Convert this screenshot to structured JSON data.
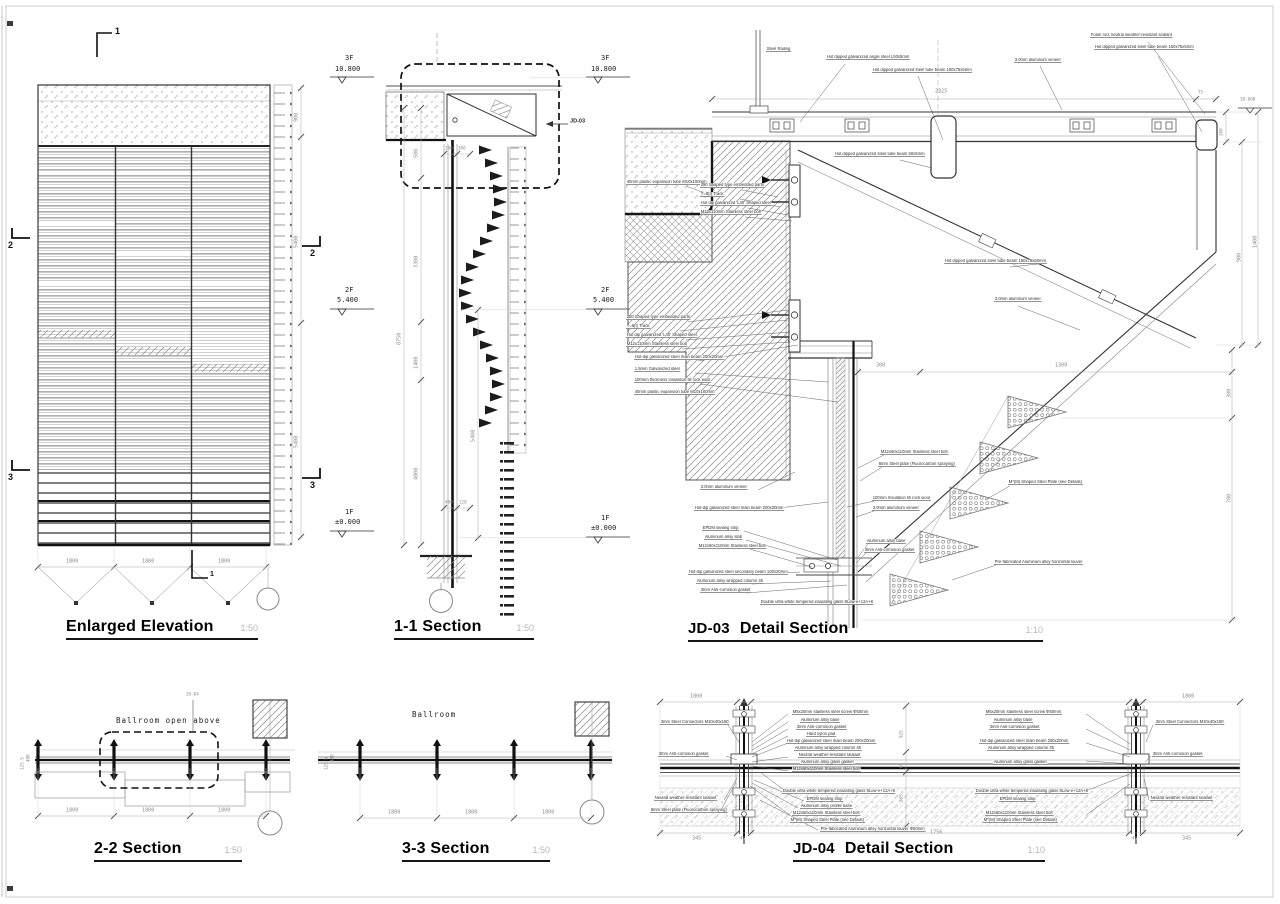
{
  "sheet": {
    "frame": "#cdcdcd",
    "ink": "#2a2a2a",
    "dim_color": "#8a8a8a"
  },
  "levels": {
    "f3": "3F",
    "f3v": "10.800",
    "f2": "2F",
    "f2v": "5.400",
    "f1": "1F",
    "f1v": "±0.000"
  },
  "titles": {
    "elevation": {
      "code": "",
      "name": "Enlarged Elevation",
      "scale": "1:50"
    },
    "s11": {
      "code": "",
      "name": "1-1 Section",
      "scale": "1:50"
    },
    "jd03": {
      "code": "JD-03",
      "name": "Detail Section",
      "scale": "1:10"
    },
    "s22": {
      "code": "",
      "name": "2-2 Section",
      "scale": "1:50"
    },
    "s33": {
      "code": "",
      "name": "3-3 Section",
      "scale": "1:50"
    },
    "jd04": {
      "code": "JD-04",
      "name": "Detail Section",
      "scale": "1:10"
    }
  },
  "elevation": {
    "markers": {
      "top": "1",
      "bottom": "1",
      "m2": "2",
      "m3": "3"
    },
    "dims": {
      "d900": "900",
      "d5400a": "5400",
      "d5400b": "5400",
      "w1": "1800",
      "w2": "1800",
      "w3": "1800"
    }
  },
  "s11": {
    "callout": "JD-03",
    "dims": {
      "total": "8750",
      "d500": "500",
      "d3300": "3300",
      "d1400": "1400",
      "d4000": "4000",
      "d5400": "5400",
      "t200": "200",
      "t300": "300",
      "b400": "400",
      "b120": "120"
    }
  },
  "jd03": {
    "dims": {
      "w2325": "2325",
      "w75": "75",
      "lvl": "10.600",
      "m300": "300",
      "m1300": "1300",
      "r200": "200",
      "r900": "900",
      "r1400": "1400",
      "r300": "300",
      "r700": "700"
    },
    "ann": {
      "railing": "Steel Railing",
      "angle_steel": "Hot dipped galvanized angle steel L50x5mm",
      "tube_beam_top": "Hot dipped galvanized steel tube beam 150x75x5mm",
      "alu_veneer_top": "3.0mm aluminum veneer",
      "foam_rod": "Foam rod, neutral weather-resistant sealant",
      "tube_beam_right": "Hot dipped galvanized steel tube beam 150x75x5mm",
      "tube_beam_60": "Hot dipped galvanized steel tube beam 60x5mm",
      "tube_beam_diag": "Hot dipped galvanized steel tube beam 150x75x60mm",
      "alu_veneer_mid": "3.0mm aluminum veneer",
      "expansion_top": "40mm plastic expansion tube M10x100mm",
      "embed": "250 Shaped type embedded parts",
      "track": "T=8(t) Track",
      "lsteel": "Hot dip galvanized 'L40' Shaped steel",
      "bolt110": "M12x110mm Stainless steel bolt",
      "main_beam": "Hot-dip galvanized steel main beam 200x20mm",
      "galv_sheet": "1.5mm Galvanized steel",
      "rockwool_thick": "100mm thickness insulation fill rock wool",
      "alu_veneer_cw": "3.0mm aluminum veneer",
      "epdm": "EPDM sealing strip",
      "alu_slab": "Aluminum alloy slab",
      "bolt_m12": "M12x60x110mm Stainless steel bolt",
      "sec_beam": "Hot-dip galvanized steel secondary beam 100x20mm",
      "wrapped_col": "Aluminum alloy wrapped column 45",
      "gasket": "3mm Anti-corrosion gasket",
      "steel_plate": "8mm Steel plate (Fluorocarbon spraying)",
      "rockwool": "100mm Insulation fill rock wool",
      "alu_base": "Aluminum alloy base",
      "shaped_plate": "M*(M) Shaped Steel Plate (see Details)",
      "prefab_louver": "Pre-fabricated Aluminum alloy horizontal louver",
      "glass": "Double ultra-white tempered insulating glass 8Low-e+12A+8"
    }
  },
  "s22": {
    "room": "Ballroom open above",
    "callout": "JD-04",
    "dims": {
      "w1": "1800",
      "w2": "1800",
      "w3": "1800",
      "side_a": "480",
      "side_b": "125.5"
    }
  },
  "s33": {
    "room": "Ballroom",
    "dims": {
      "w1": "1800",
      "w2": "1800",
      "w3": "1800",
      "side_a": "480",
      "side_b": "125.5"
    }
  },
  "jd04": {
    "dims": {
      "t1800l": "1800",
      "t1800r": "1800",
      "b345l": "345",
      "b44l": "44",
      "b1756": "1756",
      "b44r": "44",
      "b345r": "345",
      "v925": "925",
      "v65": "65",
      "v385": "385"
    },
    "ann": {
      "screw": "M5x20mm stainless steel screw Φ50mm",
      "alu_base": "Aluminum alloy base",
      "gasket": "3mm Anti-corrosion gasket",
      "nylon": "Hard nylon pad",
      "main_beam": "Hot-dip galvanized steel main beam 200x20mm",
      "wrapped_col": "Aluminum alloy wrapped column 45",
      "sealant": "Neutral weather-resistant sealant",
      "glass_gasket": "Aluminum alloy glass gasket",
      "bolt": "M12x60x110mm Stainless steel bolt",
      "glass": "Double ultra-white tempered insulating glass 8Low-e+12A+8",
      "epdm": "EPDM sealing strip",
      "profile_base": "Aluminum alloy profile base",
      "shaped_plate": "M*(M) Shaped Steel Plate (see Details)",
      "louver": "Pre-fabricated Aluminum alloy horizontal louver Φ50mm",
      "connector": "3mm Steel Connectors M10x40x150",
      "plate8": "8mm Steel plate (Fluorocarbon spraying)"
    }
  }
}
